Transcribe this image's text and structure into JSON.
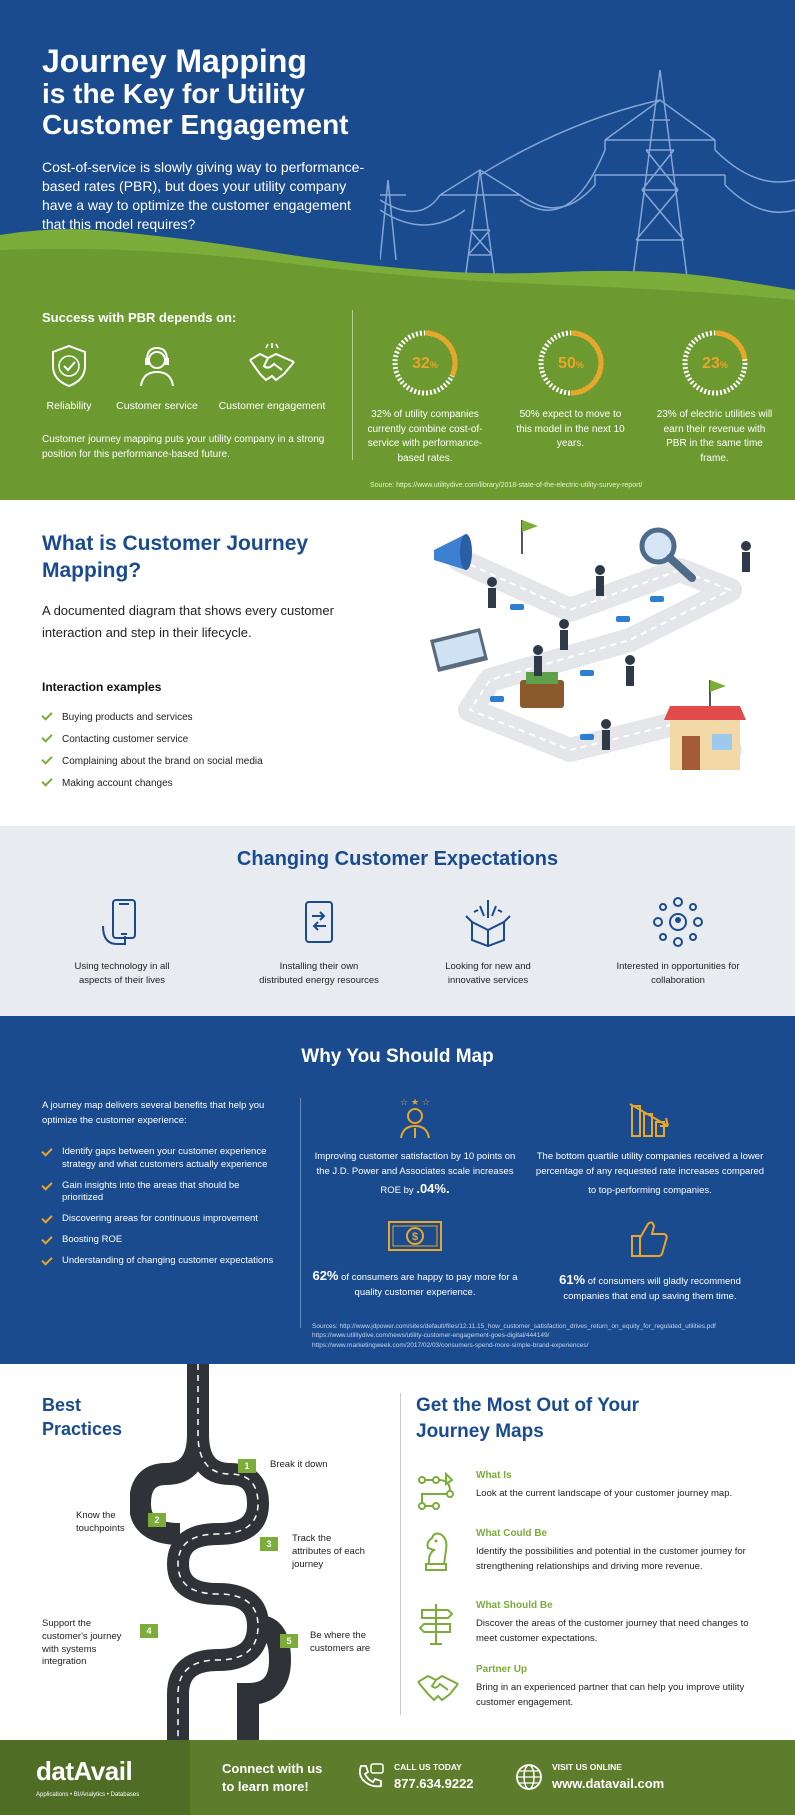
{
  "hero": {
    "title_line1": "Journey Mapping",
    "title_line2": "is the Key for Utility",
    "title_line3": "Customer Engagement",
    "intro": "Cost-of-service is slowly giving way to performance-based rates (PBR), but does your utility company have a way to optimize the customer engagement that this model requires?"
  },
  "pbr": {
    "heading": "Success with PBR depends on:",
    "items": [
      {
        "label": "Reliability",
        "icon": "shield-check-icon"
      },
      {
        "label": "Customer service",
        "icon": "agent-headset-icon"
      },
      {
        "label": "Customer engagement",
        "icon": "handshake-icon"
      }
    ],
    "note": "Customer journey mapping puts your utility company in a strong position for this performance-based future.",
    "stats": [
      {
        "value": "32",
        "unit": "%",
        "percent": 32,
        "text": "32% of utility companies currently combine cost-of-service with performance-based rates."
      },
      {
        "value": "50",
        "unit": "%",
        "percent": 50,
        "text": "50% expect to move to this model in the next 10 years."
      },
      {
        "value": "23",
        "unit": "%",
        "percent": 23,
        "text": "23% of electric utilities will earn their revenue with PBR in the same time frame."
      }
    ],
    "source": "Source: https://www.utilitydive.com/library/2018-state-of-the-electric-utility-survey-report/"
  },
  "what": {
    "title": "What is Customer Journey Mapping?",
    "description": "A documented diagram that shows every customer interaction and step in their lifecycle.",
    "examples_title": "Interaction examples",
    "examples": [
      "Buying products and services",
      "Contacting customer service",
      "Complaining about the brand on social media",
      "Making account changes"
    ]
  },
  "expectations": {
    "title": "Changing Customer Expectations",
    "items": [
      {
        "label_line1": "Using technology in all",
        "label_line2": "aspects of their lives",
        "icon": "smartphone-hand-icon"
      },
      {
        "label_line1": "Installing their own",
        "label_line2": "distributed energy resources",
        "icon": "device-transfer-icon"
      },
      {
        "label_line1": "Looking for new and",
        "label_line2": "innovative services",
        "icon": "open-box-sparkle-icon"
      },
      {
        "label_line1": "Interested in opportunities for",
        "label_line2": "collaboration",
        "icon": "network-people-icon"
      }
    ]
  },
  "why": {
    "title": "Why You Should Map",
    "intro": "A journey map delivers several benefits that help you optimize the customer experience:",
    "benefits": [
      "Identify gaps between your customer experience strategy and what customers actually experience",
      "Gain insights into the areas that should be prioritized",
      "Discovering areas for continuous improvement",
      "Boosting ROE",
      "Understanding of changing customer expectations"
    ],
    "stats": [
      {
        "pre": "Improving customer satisfaction by 10 points on the J.D. Power and Associates scale increases ROE by ",
        "bold": ".04%.",
        "post": "",
        "icon": "person-stars-icon"
      },
      {
        "pre": "The bottom quartile utility companies received a lower percentage of any requested rate increases compared to top-performing companies.",
        "bold": "",
        "post": "",
        "icon": "bar-chart-down-icon"
      },
      {
        "pre": "",
        "bold": "62%",
        "post": " of consumers are happy to pay more for a quality customer experience.",
        "icon": "money-bill-icon"
      },
      {
        "pre": "",
        "bold": "61%",
        "post": " of consumers will gladly recommend companies that end up saving them time.",
        "icon": "thumbs-up-icon"
      }
    ],
    "sources": [
      "Sources: http://www.jdpower.com/sites/default/files/12.11.15_how_customer_satisfaction_drives_return_on_equity_for_regulated_utilities.pdf",
      "https://www.utilitydive.com/news/utility-customer-engagement-goes-digital/444149/",
      "https://www.marketingweek.com/2017/02/03/consumers-spend-more-simple-brand-experiences/"
    ]
  },
  "best_practices": {
    "title_line1": "Best",
    "title_line2": "Practices",
    "steps": [
      {
        "num": "1",
        "label": "Break it down"
      },
      {
        "num": "2",
        "label": "Know the touchpoints"
      },
      {
        "num": "3",
        "label": "Track the attributes of each journey"
      },
      {
        "num": "4",
        "label": "Support the customer's journey with systems integration"
      },
      {
        "num": "5",
        "label": "Be where the customers are"
      }
    ]
  },
  "get_most": {
    "title_line1": "Get the Most Out of Your",
    "title_line2": "Journey Maps",
    "items": [
      {
        "heading": "What Is",
        "desc": "Look at the current landscape of your customer journey map.",
        "icon": "path-grid-icon"
      },
      {
        "heading": "What Could Be",
        "desc": "Identify the possibilities and potential in the customer journey for strengthening relationships and driving more revenue.",
        "icon": "chess-knight-icon"
      },
      {
        "heading": "What Should Be",
        "desc": "Discover the areas of the customer journey that need changes to meet customer expectations.",
        "icon": "signpost-icon"
      },
      {
        "heading": "Partner Up",
        "desc": "Bring in an experienced partner that can help you improve utility customer engagement.",
        "icon": "handshake-icon"
      }
    ]
  },
  "footer": {
    "logo": "datAvail",
    "tagline": "Applications • BI/Analytics • Databases",
    "connect_line1": "Connect with us",
    "connect_line2": "to learn more!",
    "call_label": "CALL US TODAY",
    "phone": "877.634.9222",
    "web_label": "VISIT US ONLINE",
    "website": "www.datavail.com"
  },
  "colors": {
    "brand_blue": "#1a4b8f",
    "brand_green": "#7cac3a",
    "accent_orange": "#e8a62a",
    "light_gray": "#e8ebef"
  }
}
